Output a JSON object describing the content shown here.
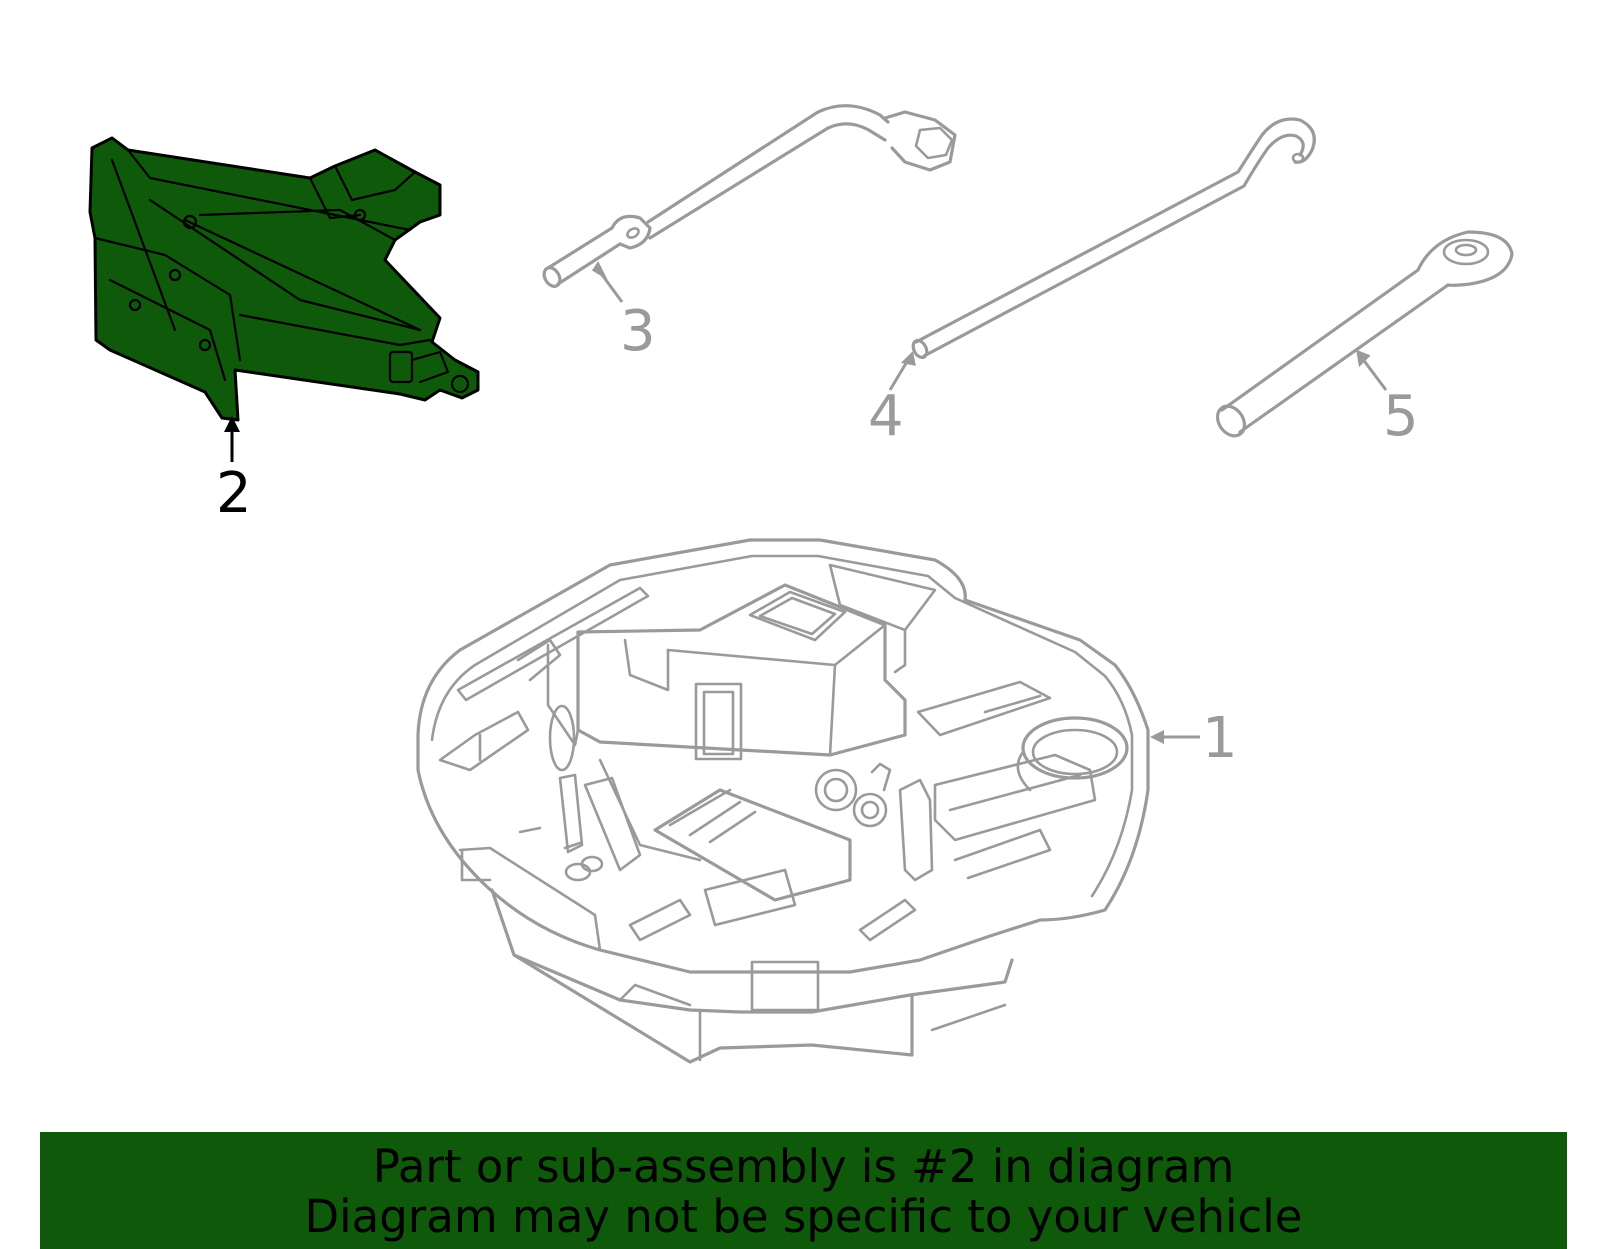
{
  "callouts": [
    {
      "id": "1",
      "label": "1"
    },
    {
      "id": "2",
      "label": "2"
    },
    {
      "id": "3",
      "label": "3"
    },
    {
      "id": "4",
      "label": "4"
    },
    {
      "id": "5",
      "label": "5"
    }
  ],
  "highlighted_part": "2",
  "colors": {
    "highlight_fill": "#0f5a0a",
    "part_line": "#9a9a9a",
    "banner_bg": "#0f5a0a"
  },
  "banner": {
    "line1": "Part or sub-assembly is #2 in diagram",
    "line2": "Diagram may not be specific to your vehicle"
  }
}
